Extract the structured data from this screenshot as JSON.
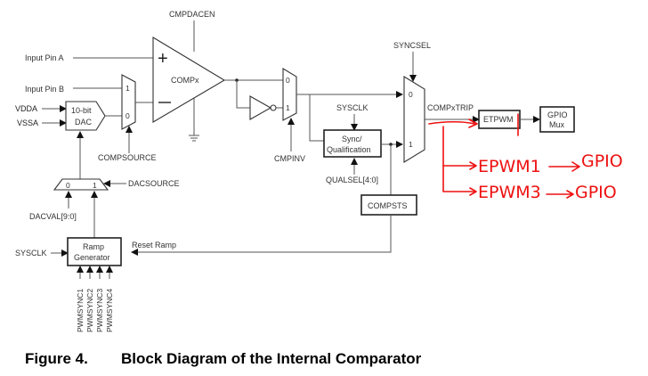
{
  "figure": {
    "number_label": "Figure 4.",
    "title": "Block Diagram of the Internal Comparator"
  },
  "signals": {
    "cmpdacen": "CMPDACEN",
    "input_pin_a": "Input Pin A",
    "input_pin_b": "Input Pin B",
    "vdda": "VDDA",
    "vssa": "VSSA",
    "compsource": "COMPSOURCE",
    "dacsource": "DACSOURCE",
    "dacval": "DACVAL[9:0]",
    "sysclk_ramp": "SYSCLK",
    "reset_ramp": "Reset Ramp",
    "cmpinv": "CMPINV",
    "sysclk_sync": "SYSCLK",
    "qualsel": "QUALSEL[4:0]",
    "syncsel": "SYNCSEL",
    "compxtrip": "COMPxTRIP",
    "pwmsync": [
      "PWMSYNC1",
      "PWMSYNC2",
      "PWMSYNC3",
      "PWMSYNC4"
    ]
  },
  "blocks": {
    "comparator": "COMPx",
    "plus": "+",
    "minus": "—",
    "dac_line1": "10-bit",
    "dac_line2": "DAC",
    "ramp_line1": "Ramp",
    "ramp_line2": "Generator",
    "sync_line1": "Sync/",
    "sync_line2": "Qualification",
    "compsts": "COMPSTS",
    "etpwm": "ETPWM",
    "gpio_line1": "GPIO",
    "gpio_line2": "Mux"
  },
  "mux_inputs": {
    "zero": "0",
    "one": "1"
  },
  "annotations": {
    "color": "#ee1111",
    "line1": "EPWM1→GPIO",
    "line2": "EPWM3→GPIO",
    "line1_epwm": "EPWM1",
    "line1_gpio": "GPIO",
    "line2_epwm": "EPWM3",
    "line2_gpio": "GPIO"
  }
}
